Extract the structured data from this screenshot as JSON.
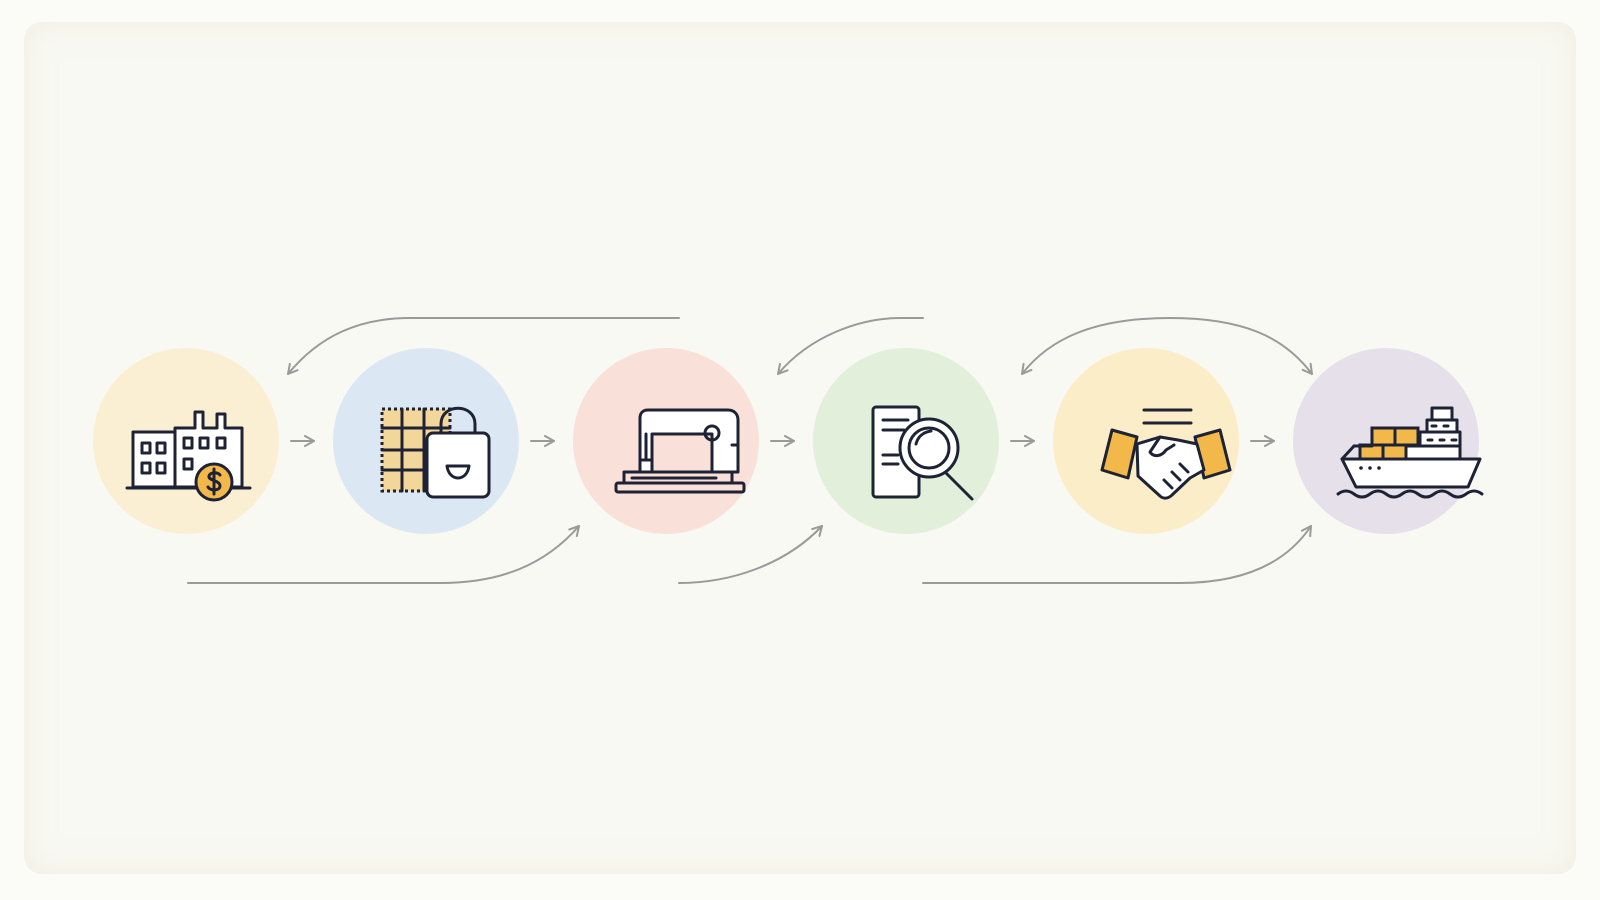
{
  "diagram": {
    "stages": [
      {
        "id": "factory",
        "icon": "factory-with-dollar-icon",
        "circle_color": "#fbefd3"
      },
      {
        "id": "fabric",
        "icon": "fabric-and-bag-icon",
        "circle_color": "#dbe8f3"
      },
      {
        "id": "sewing",
        "icon": "sewing-machine-icon",
        "circle_color": "#f9e0d8"
      },
      {
        "id": "inspection",
        "icon": "document-magnifier-icon",
        "circle_color": "#e1efdb"
      },
      {
        "id": "deal",
        "icon": "handshake-icon",
        "circle_color": "#fbedc7"
      },
      {
        "id": "shipping",
        "icon": "cargo-ship-icon",
        "circle_color": "#e6e0ea"
      }
    ],
    "accent_color": "#f2b94a",
    "line_color": "#9a9a9a",
    "icon_color": "#1e2235"
  }
}
